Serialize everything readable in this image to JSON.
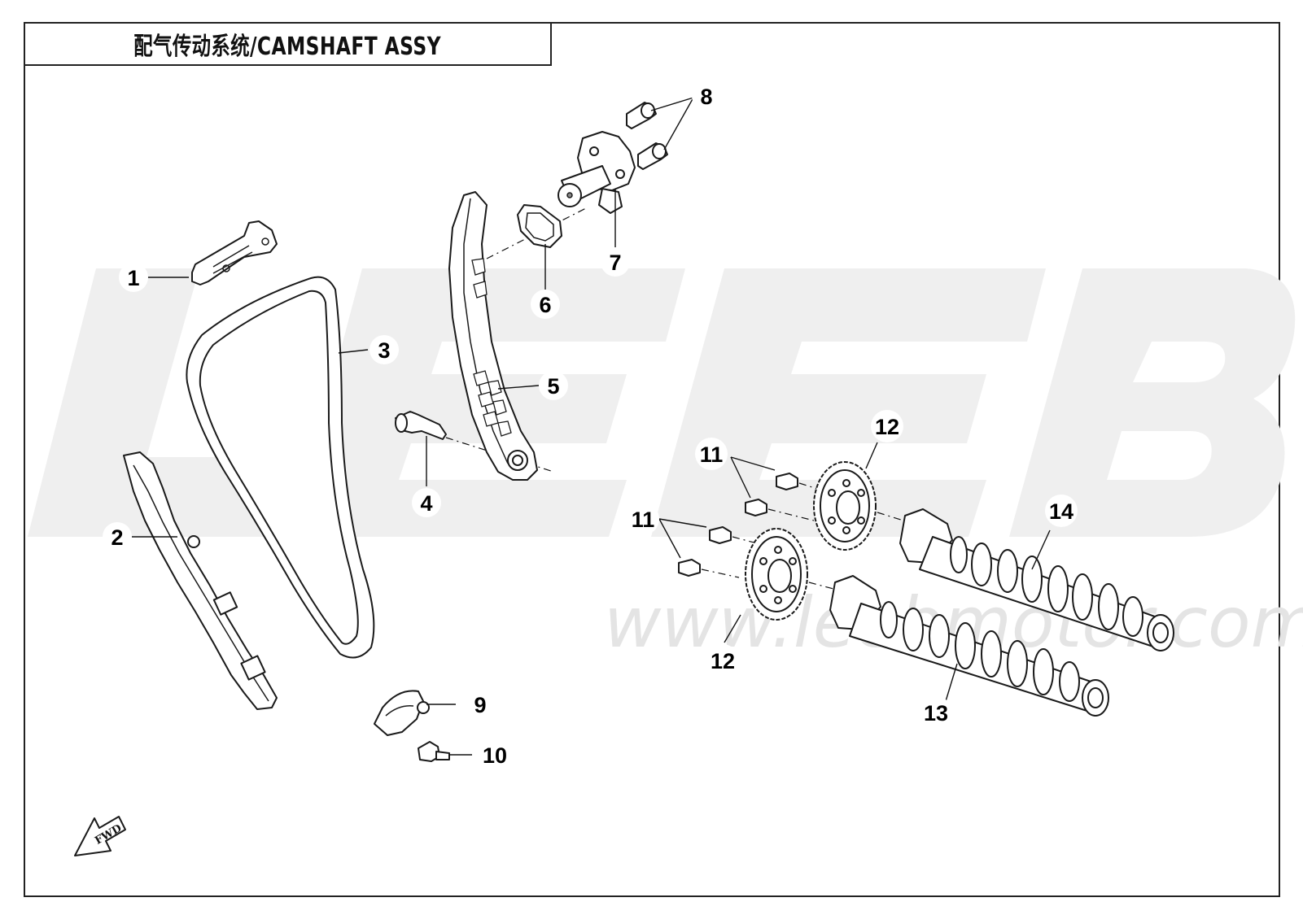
{
  "title": "配气传动系统/CAMSHAFT ASSY",
  "watermark": {
    "brand_letters": [
      "L",
      "E",
      "E",
      "B"
    ],
    "url": "www.leebmotor.com"
  },
  "fwd_label": "FWD",
  "callouts": [
    {
      "id": "1",
      "text": "1"
    },
    {
      "id": "2",
      "text": "2"
    },
    {
      "id": "3",
      "text": "3"
    },
    {
      "id": "4",
      "text": "4"
    },
    {
      "id": "5",
      "text": "5"
    },
    {
      "id": "6",
      "text": "6"
    },
    {
      "id": "7",
      "text": "7"
    },
    {
      "id": "8",
      "text": "8"
    },
    {
      "id": "9",
      "text": "9"
    },
    {
      "id": "10",
      "text": "10"
    },
    {
      "id": "11a",
      "text": "11"
    },
    {
      "id": "11b",
      "text": "11"
    },
    {
      "id": "12a",
      "text": "12"
    },
    {
      "id": "12b",
      "text": "12"
    },
    {
      "id": "13",
      "text": "13"
    },
    {
      "id": "14",
      "text": "14"
    }
  ]
}
